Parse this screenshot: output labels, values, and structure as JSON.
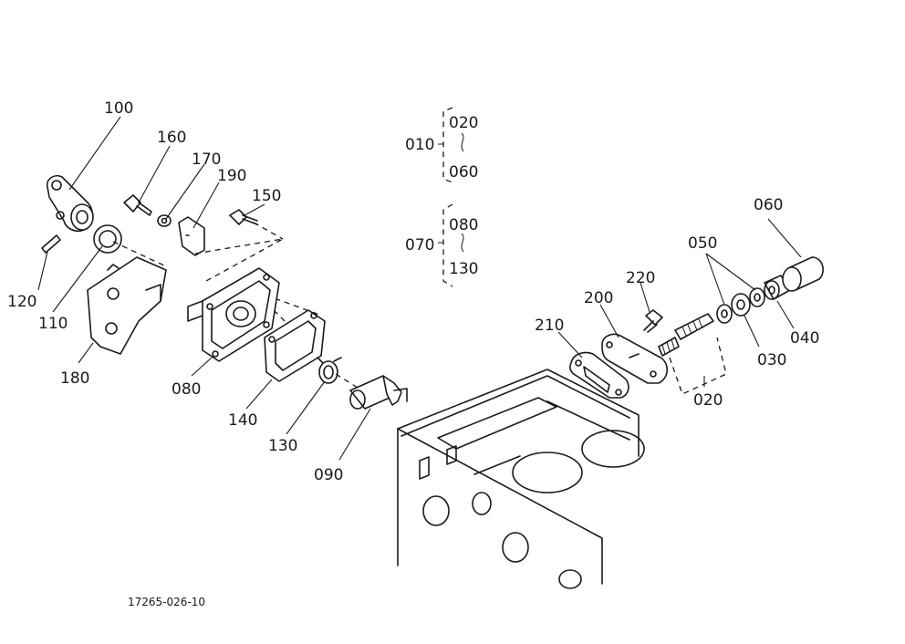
{
  "labels": {
    "p100": "100",
    "p160": "160",
    "p170": "170",
    "p190": "190",
    "p150": "150",
    "p120": "120",
    "p110": "110",
    "p180": "180",
    "p080": "080",
    "p140": "140",
    "p130": "130",
    "p090": "090",
    "p210": "210",
    "p200": "200",
    "p220": "220",
    "p050": "050",
    "p060": "060",
    "p040": "040",
    "p030": "030",
    "p020": "020"
  },
  "groups": {
    "g1_parent": "010",
    "g1_top": "020",
    "g1_bottom": "060",
    "g2_parent": "070",
    "g2_top": "080",
    "g2_bottom": "130"
  },
  "figure_code": "17265-026-10"
}
